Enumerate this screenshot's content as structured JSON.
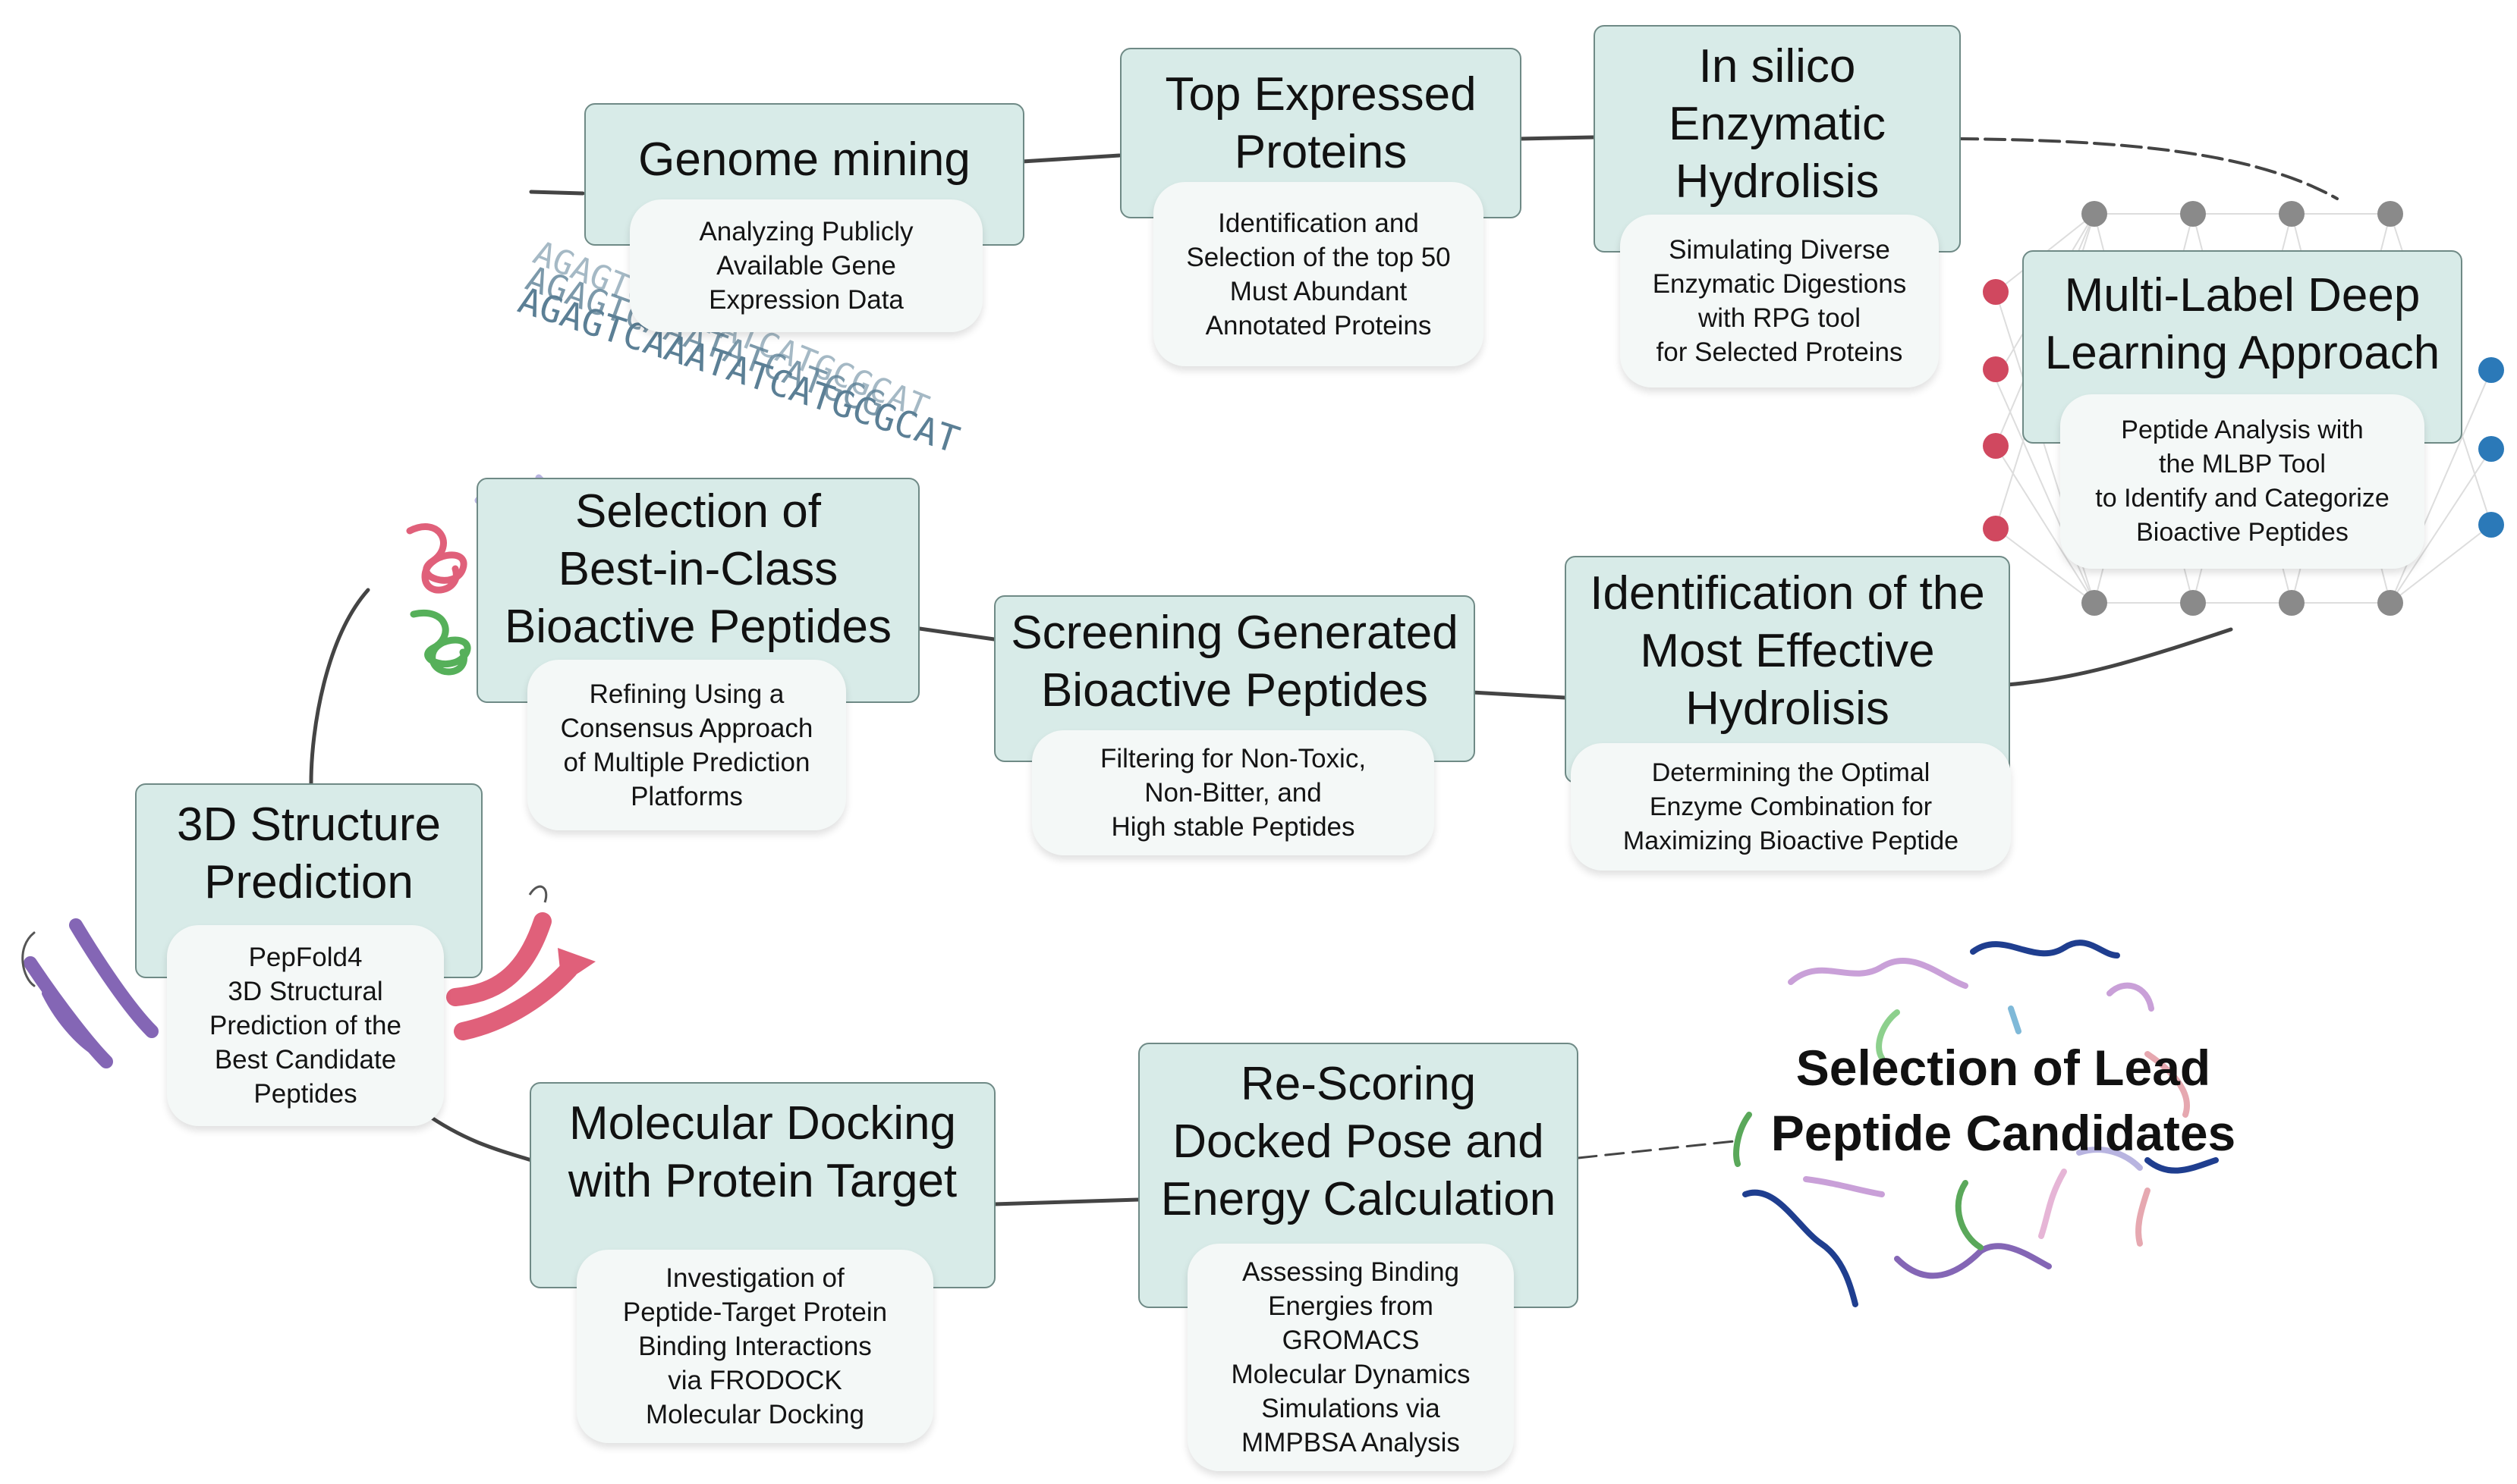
{
  "steps": {
    "genome_mining": {
      "title": "Genome mining",
      "note": "Analyzing Publicly\nAvailable Gene\nExpression Data"
    },
    "top_expressed": {
      "title": "Top Expressed\nProteins",
      "note": "Identification and\nSelection of the top 50\nMust Abundant\nAnnotated Proteins"
    },
    "in_silico": {
      "title": "In silico\nEnzymatic\nHydrolisis",
      "note": "Simulating Diverse\nEnzymatic Digestions\nwith RPG tool\nfor Selected Proteins"
    },
    "deep_learning": {
      "title": "Multi-Label Deep\nLearning Approach",
      "note": "Peptide Analysis with\nthe MLBP Tool\nto Identify and Categorize\nBioactive Peptides"
    },
    "most_effective": {
      "title": "Identification of the\nMost Effective\nHydrolisis",
      "note": "Determining the Optimal\nEnzyme Combination for\nMaximizing Bioactive Peptide"
    },
    "screening": {
      "title": "Screening Generated\nBioactive Peptides",
      "note": "Filtering for Non-Toxic,\nNon-Bitter, and\nHigh stable Peptides"
    },
    "best_in_class": {
      "title": "Selection of\nBest-in-Class\nBioactive Peptides",
      "note": "Refining Using a\nConsensus Approach\nof Multiple Prediction\nPlatforms"
    },
    "structure": {
      "title": "3D Structure\nPrediction",
      "note": "PepFold4\n3D Structural\nPrediction of the\nBest Candidate\nPeptides"
    },
    "docking": {
      "title": "Molecular Docking\nwith Protein Target",
      "note": "Investigation of\nPeptide-Target Protein\nBinding Interactions\nvia FRODOCK\nMolecular Docking"
    },
    "rescoring": {
      "title": "Re-Scoring\nDocked Pose and\nEnergy Calculation",
      "note": "Assessing Binding\nEnergies from\nGROMACS\nMolecular Dynamics\nSimulations via\nMMPBSA Analysis"
    }
  },
  "lead": {
    "title": "Selection of Lead\nPeptide Candidates"
  },
  "dna_sequences": [
    "AGAGTCAAATATCATGCGCAT",
    "AGAGTCAAATATCATGCG",
    "AGAGTCAAATATCATGCGCAT"
  ],
  "colors": {
    "box_fill": "#d8ebe8",
    "box_border": "#6f8a86",
    "note_fill": "#f4f8f7",
    "connector": "#444444",
    "input_node": "#d0485f",
    "output_node": "#2b79b8",
    "hidden_node": "#8a8a8a",
    "dna_text": "#5b7f95",
    "beta_strand_purple": "#8466b5",
    "beta_strand_pink": "#e0607a"
  }
}
